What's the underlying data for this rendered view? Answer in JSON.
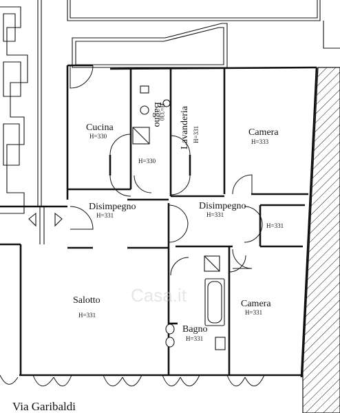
{
  "rooms": [
    {
      "id": "cucina",
      "name": "Cucina",
      "height": "H=330"
    },
    {
      "id": "bagno-top",
      "name": "Bagno",
      "height": "H=330"
    },
    {
      "id": "lavanderia",
      "name": "Lavanderia",
      "height": "H=331"
    },
    {
      "id": "camera-top",
      "name": "Camera",
      "height": "H=333"
    },
    {
      "id": "disimpegno-left",
      "name": "Disimpegno",
      "height": "H=331"
    },
    {
      "id": "disimpegno-right",
      "name": "Disimpegno",
      "height": "H=331"
    },
    {
      "id": "ripostiglio",
      "name": "",
      "height": "H=331"
    },
    {
      "id": "salotto",
      "name": "Salotto",
      "height": "H=331"
    },
    {
      "id": "bagno-bottom",
      "name": "Bagno",
      "height": "H=331"
    },
    {
      "id": "camera-bottom",
      "name": "Camera",
      "height": "H=331"
    }
  ],
  "corridor_height": "H=330",
  "street": "Via Garibaldi",
  "watermark": "Casa.it"
}
